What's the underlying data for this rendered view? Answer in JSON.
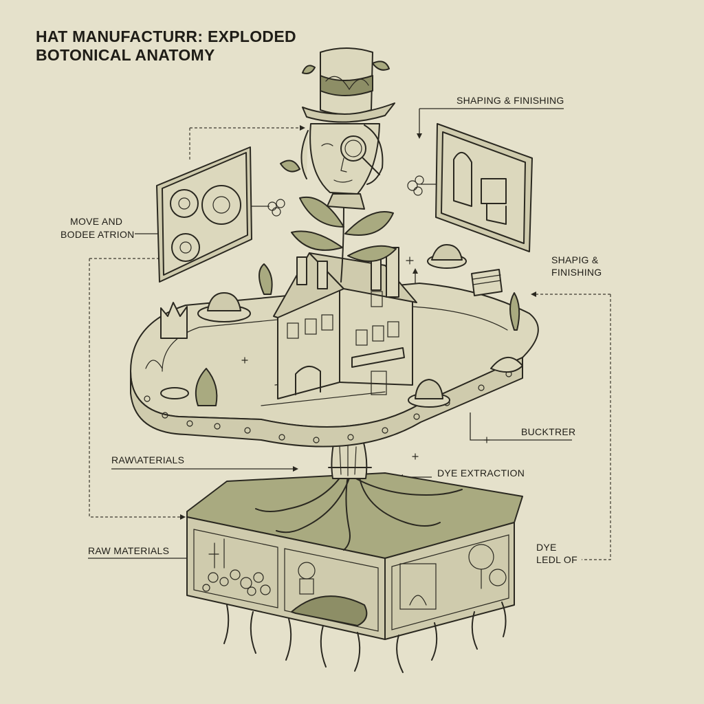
{
  "title": {
    "line1": "HAT MANUFACTURR: EXPLODED",
    "line2": "BOTONICAL ANATOMY"
  },
  "labels": {
    "shaping_top": "SHAPING & FINISHING",
    "move_line1": "MOVE AND",
    "move_line2": "BODEE ATRION",
    "shaping_right_line1": "SHAPIG &",
    "shaping_right_line2": "FINISHING",
    "bucktrer": "BUCKTRER",
    "raw_materials_mid": "RAW\\ATERIALS",
    "dye_extraction": "DYE EXTRACTION",
    "raw_materials_bottom": "RAW MATERIALS",
    "dye_line1": "DYE",
    "dye_line2": "LEDL OF"
  },
  "colors": {
    "background": "#e5e1cb",
    "ink": "#2a2820",
    "olive": "#a9aa80"
  }
}
